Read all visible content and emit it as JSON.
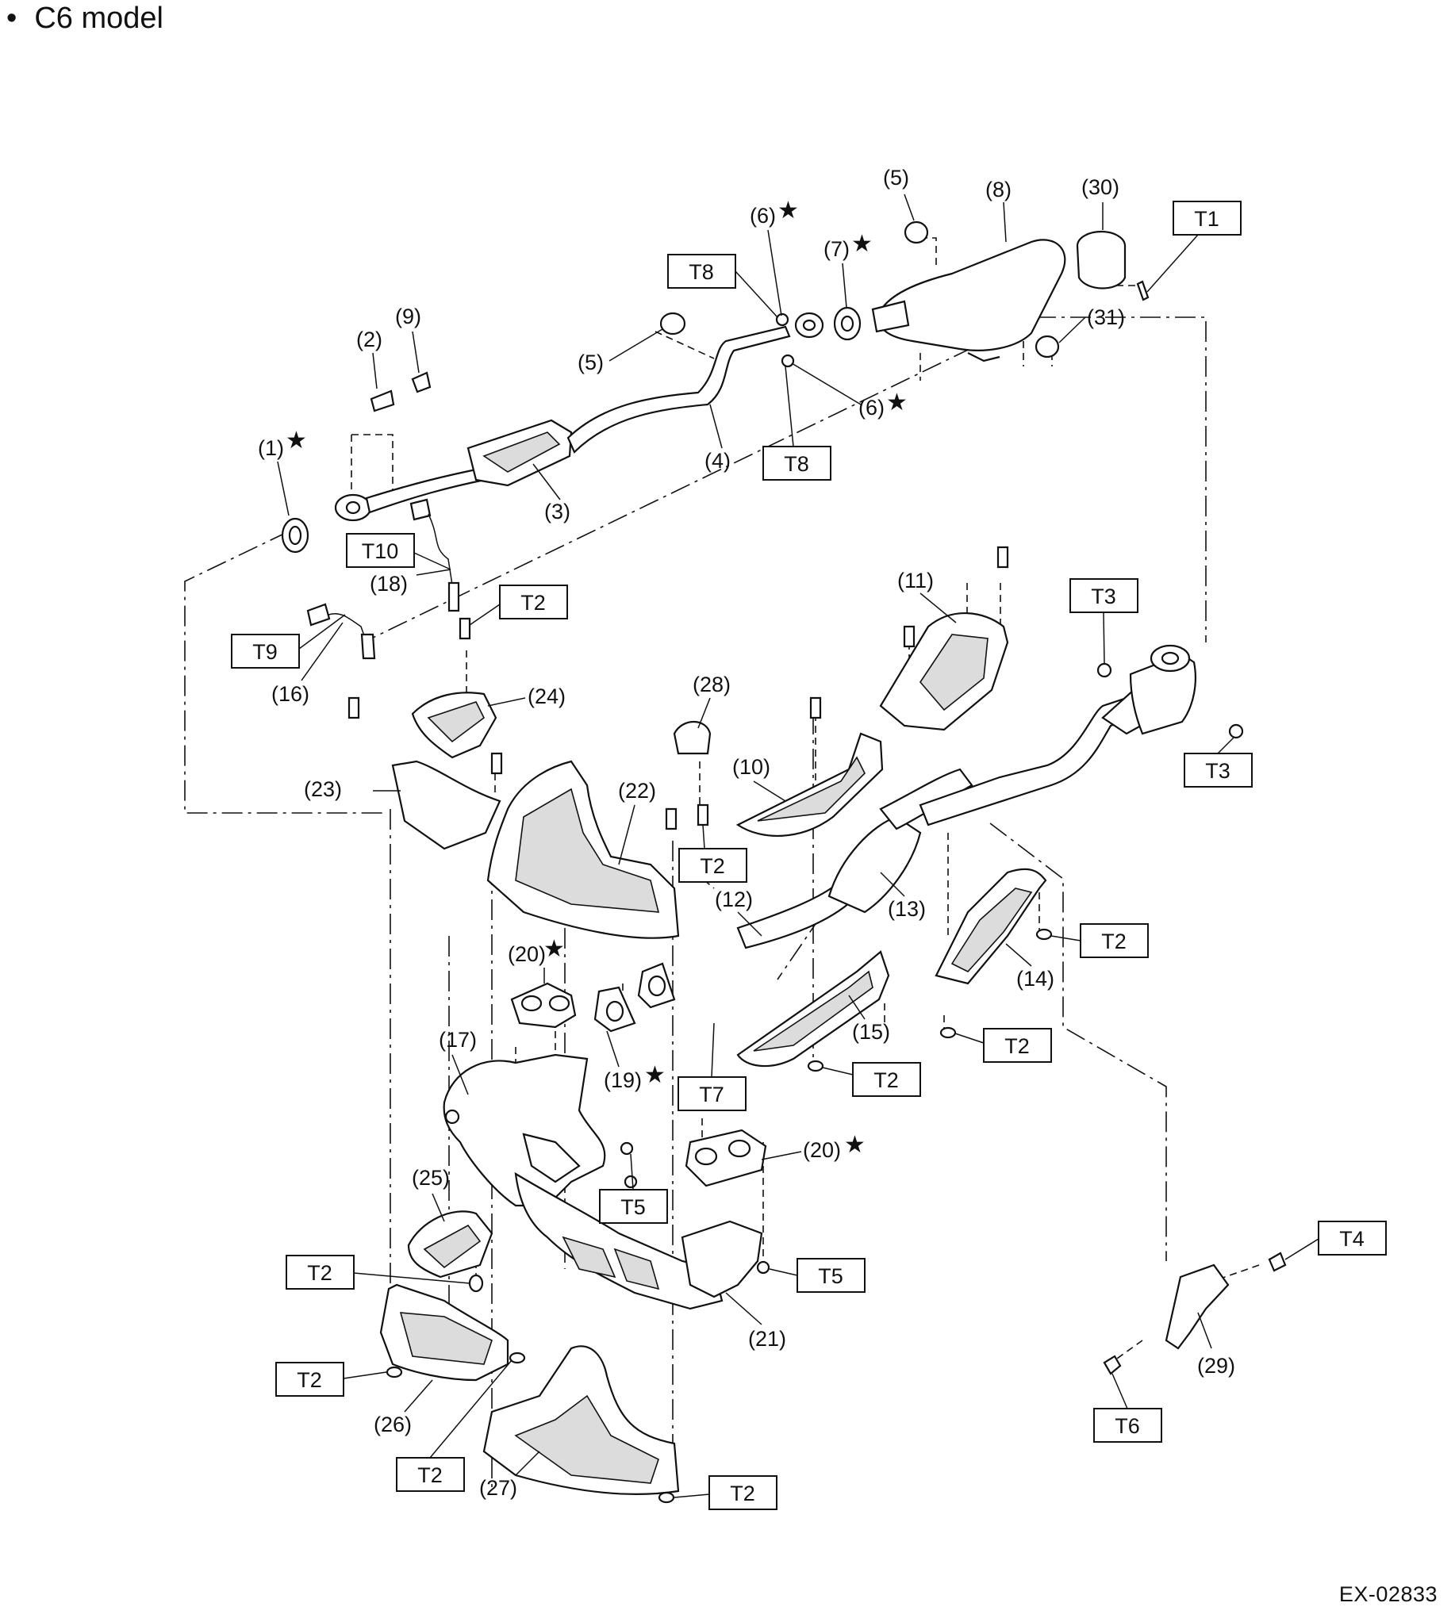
{
  "heading": {
    "bullet": "•",
    "text": "C6 model"
  },
  "reference_code": "EX-02833",
  "callouts": [
    {
      "text": "(1)",
      "star": true
    },
    {
      "text": "(2)",
      "star": false
    },
    {
      "text": "(3)",
      "star": false
    },
    {
      "text": "(4)",
      "star": false
    },
    {
      "text": "(5)",
      "star": false
    },
    {
      "text": "(5)",
      "star": false
    },
    {
      "text": "(6)",
      "star": true
    },
    {
      "text": "(6)",
      "star": true
    },
    {
      "text": "(7)",
      "star": true
    },
    {
      "text": "(8)",
      "star": false
    },
    {
      "text": "(9)",
      "star": false
    },
    {
      "text": "(10)",
      "star": false
    },
    {
      "text": "(11)",
      "star": false
    },
    {
      "text": "(12)",
      "star": false
    },
    {
      "text": "(13)",
      "star": false
    },
    {
      "text": "(14)",
      "star": false
    },
    {
      "text": "(15)",
      "star": false
    },
    {
      "text": "(16)",
      "star": false
    },
    {
      "text": "(17)",
      "star": false
    },
    {
      "text": "(18)",
      "star": false
    },
    {
      "text": "(19)",
      "star": true
    },
    {
      "text": "(20)",
      "star": true
    },
    {
      "text": "(20)",
      "star": true
    },
    {
      "text": "(21)",
      "star": false
    },
    {
      "text": "(22)",
      "star": false
    },
    {
      "text": "(23)",
      "star": false
    },
    {
      "text": "(24)",
      "star": false
    },
    {
      "text": "(25)",
      "star": false
    },
    {
      "text": "(26)",
      "star": false
    },
    {
      "text": "(27)",
      "star": false
    },
    {
      "text": "(28)",
      "star": false
    },
    {
      "text": "(29)",
      "star": false
    },
    {
      "text": "(30)",
      "star": false
    },
    {
      "text": "(31)",
      "star": false
    }
  ],
  "torque_tags": [
    "T1",
    "T8",
    "T8",
    "T10",
    "T2",
    "T9",
    "T3",
    "T3",
    "T2",
    "T2",
    "T2",
    "T2",
    "T7",
    "T5",
    "T5",
    "T4",
    "T2",
    "T2",
    "T6",
    "T2",
    "T2"
  ],
  "star_symbol": "★"
}
